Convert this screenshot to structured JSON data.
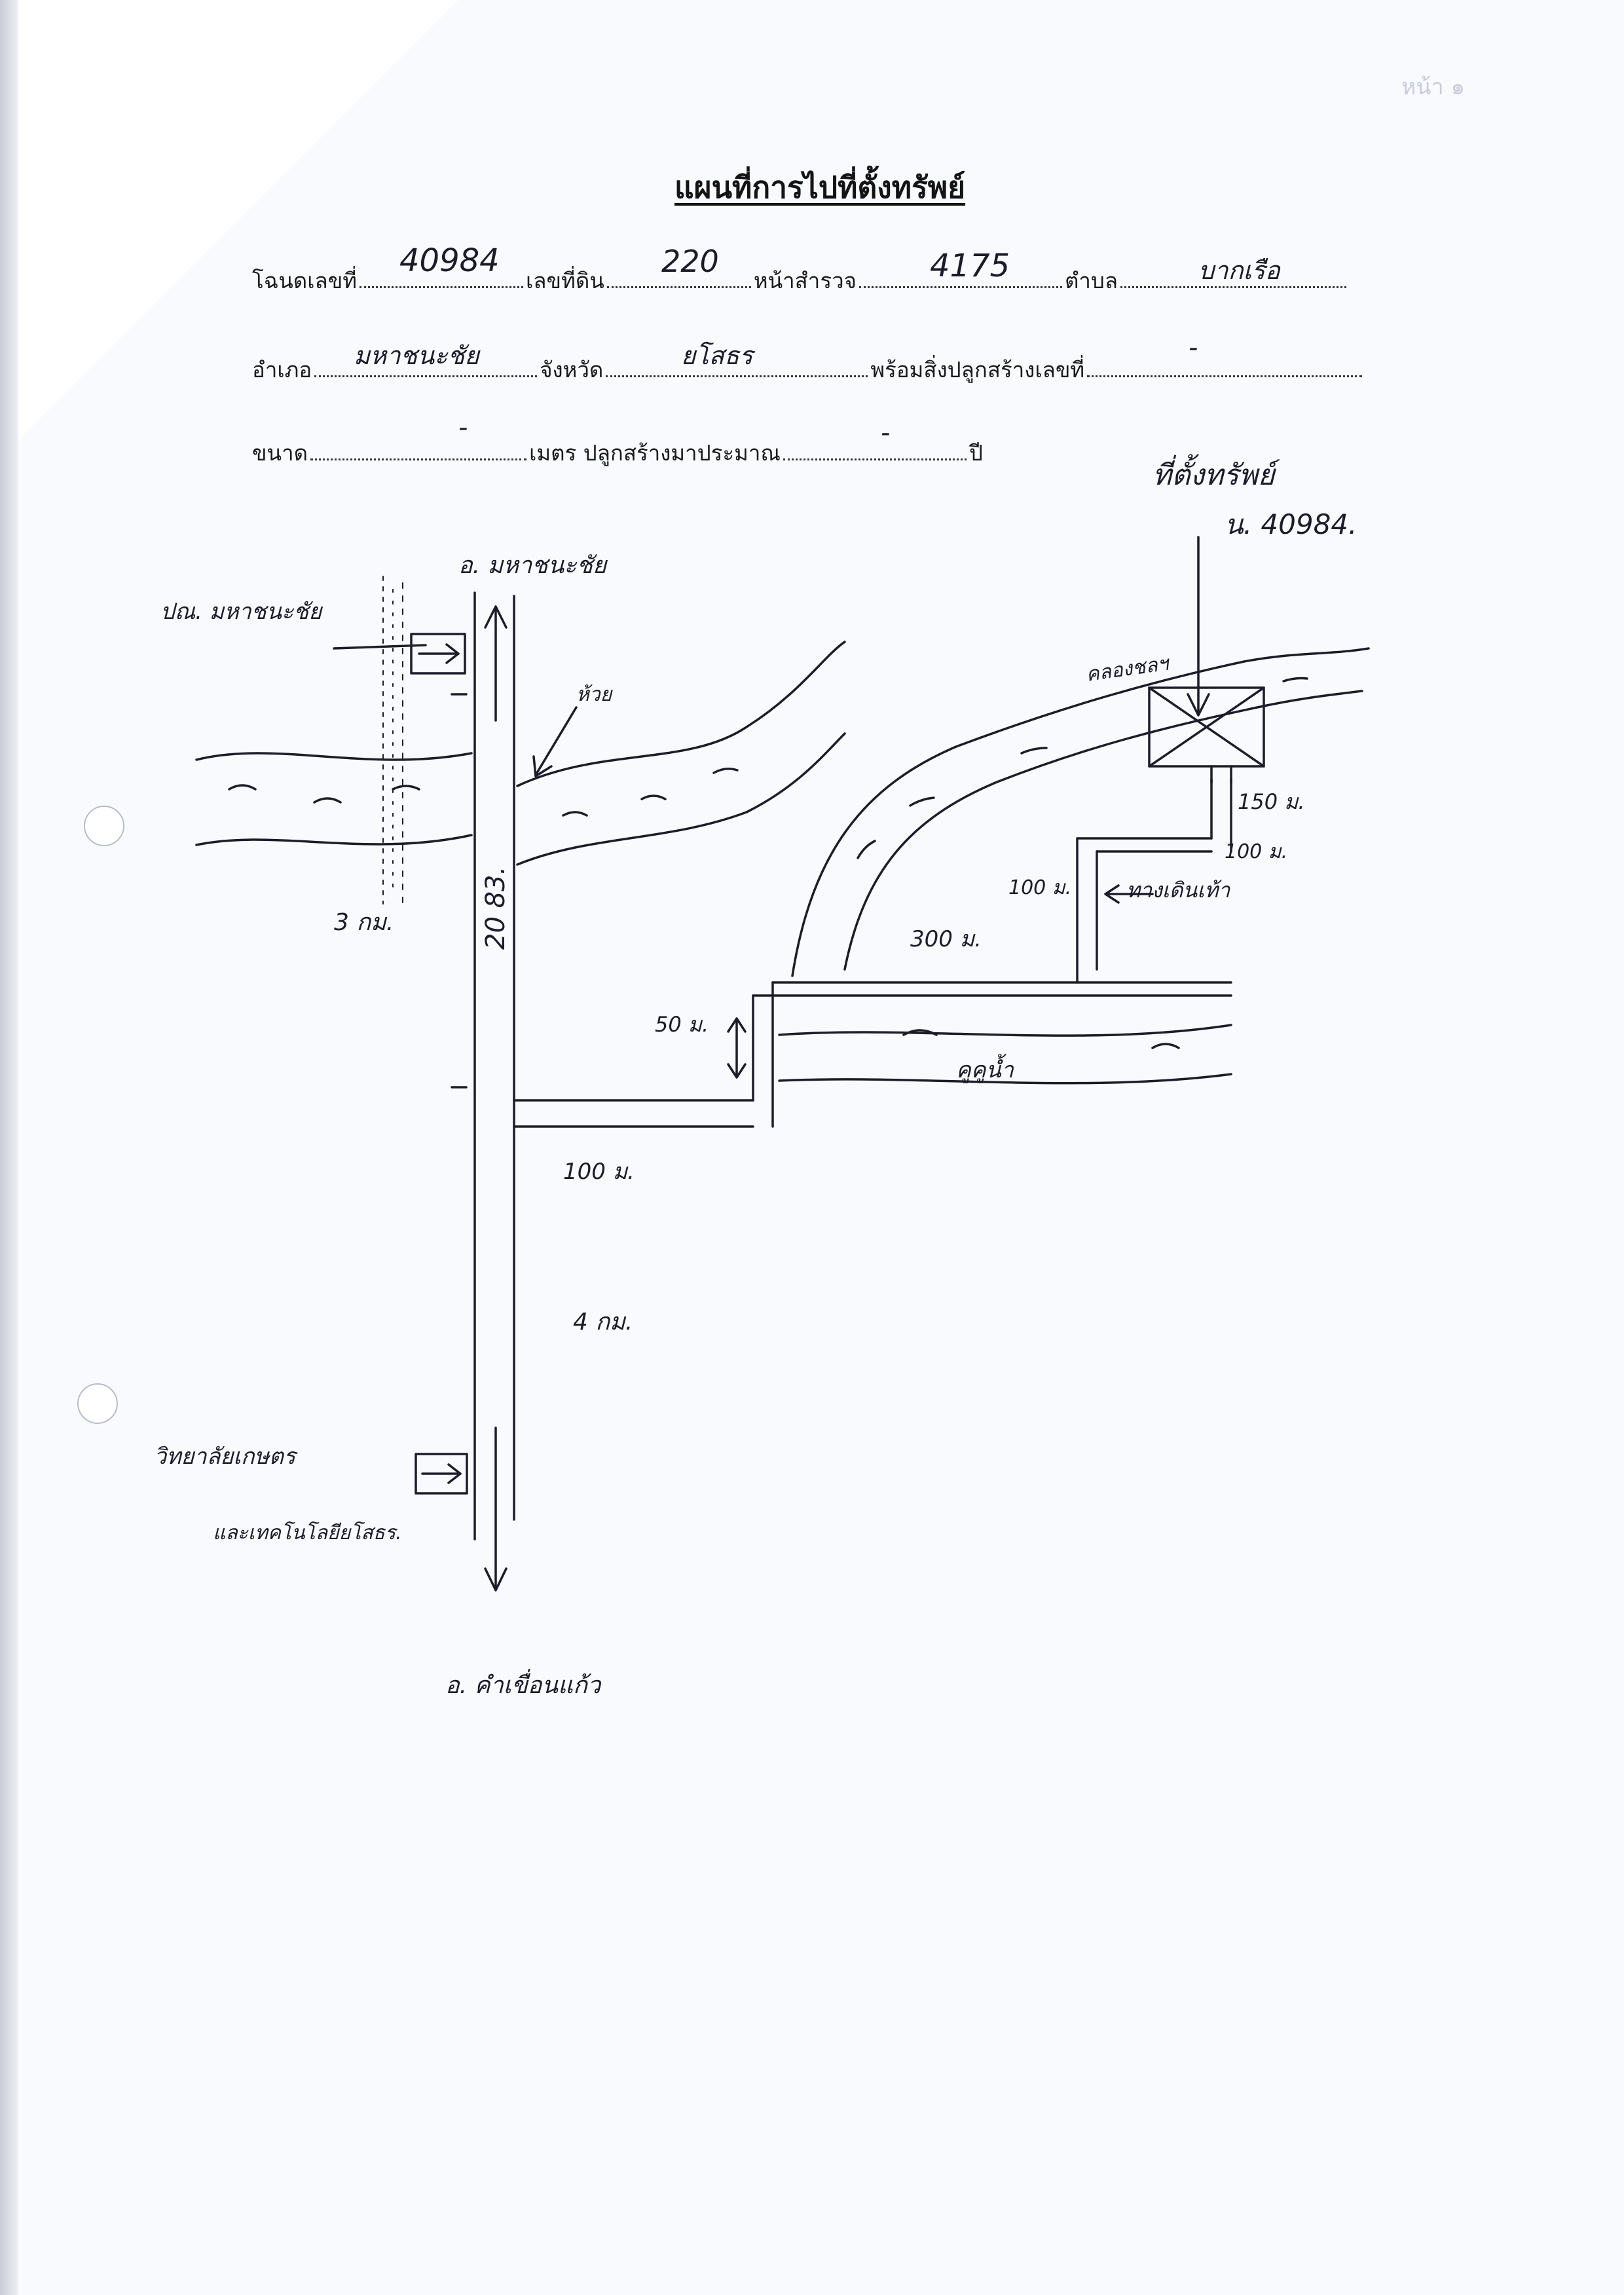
{
  "header": {
    "title": "แผนที่การไปที่ตั้งทรัพย์",
    "page_label": "หน้า ๑"
  },
  "form": {
    "deed_label": "โฉนดเลขที่",
    "deed_value": "40984",
    "land_no_label": "เลขที่ดิน",
    "land_no_value": "220",
    "survey_page_label": "หน้าสำรวจ",
    "survey_page_value": "4175",
    "subdistrict_label": "ตำบล",
    "subdistrict_value": "บากเรือ",
    "district_label": "อำเภอ",
    "district_value": "มหาชนะชัย",
    "province_label": "จังหวัด",
    "province_value": "ยโสธร",
    "building_label": "พร้อมสิ่งปลูกสร้างเลขที่",
    "building_value": "-",
    "size_label": "ขนาด",
    "size_value": "-",
    "size_unit": "เมตร",
    "built_label": "ปลูกสร้างมาประมาณ",
    "built_value": "-",
    "built_unit": "ปี"
  },
  "sketch": {
    "property_label": "ที่ตั้งทรัพย์",
    "property_deed": "น. 40984.",
    "north_town": "อ. มหาชนะชัย",
    "south_town": "อ. คำเขื่อนแก้ว",
    "highway_label": "20 83.",
    "post_office": "ปณ. มหาชนะชัย",
    "bridge_label": "ห้วย",
    "distance_3km": "3 กม.",
    "distance_4km": "4 กม.",
    "distance_100m_branch": "100 ม.",
    "distance_50m": "50 ม.",
    "distance_300m": "300 ม.",
    "distance_100m_vertical": "100 ม.",
    "distance_100m_top": "100 ม.",
    "distance_150m": "150 ม.",
    "footpath_label": "ทางเดินเท้า",
    "canal_label": "คลองชลฯ",
    "ditch_label": "คูคูน้ำ",
    "college_line1": "วิทยาลัยเกษตร",
    "college_line2": "และเทคโนโลยียโสธร."
  },
  "icons": {
    "property_marker": "boxed-x-icon",
    "north_arrow": "arrow-up-icon",
    "south_arrow": "arrow-down-icon",
    "poi_arrow": "arrow-right-icon"
  },
  "colors": {
    "ink": "#1c1c2a",
    "paper": "#f9fafe"
  }
}
